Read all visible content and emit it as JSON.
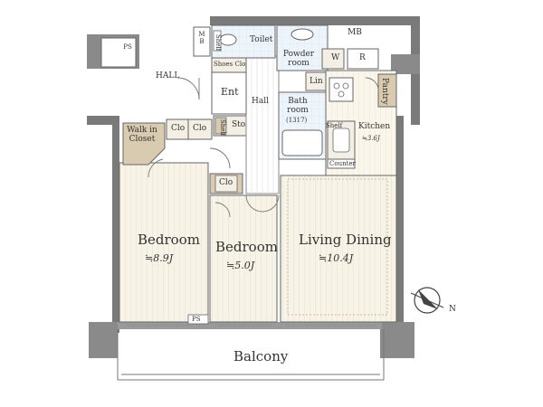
{
  "rooms": {
    "bedroom1": {
      "name": "Bedroom",
      "size": "≒8.9J"
    },
    "bedroom2": {
      "name": "Bedroom",
      "size": "≒5.0J"
    },
    "living": {
      "name": "Living Dining",
      "size": "≒10.4J"
    },
    "kitchen": {
      "name": "Kitchen",
      "size": "≒3.6J"
    },
    "walkin": {
      "name": "Walk in Closet"
    },
    "balcony": {
      "name": "Balcony"
    },
    "hall_outer": {
      "name": "HALL"
    },
    "hall_inner": {
      "name": "Hall"
    },
    "entrance": {
      "name": "Ent"
    },
    "toilet": {
      "name": "Toilet"
    },
    "powder": {
      "name": "Powder room"
    },
    "bath": {
      "name": "Bath room",
      "note": "(1317)"
    },
    "pantry": {
      "name": "Pantry"
    },
    "mb_top": {
      "name": "MB"
    },
    "mb_left": {
      "name": "M B"
    },
    "ps_top": {
      "name": "PS"
    },
    "ps_bottom": {
      "name": "PS"
    },
    "shoes": {
      "name": "Shoes Clo"
    },
    "lin": {
      "name": "Lin"
    },
    "sto": {
      "name": "Sto"
    },
    "shelf1": {
      "name": "Shelf"
    },
    "shelf2": {
      "name": "Shelf"
    },
    "shelf3": {
      "name": "Shelf"
    },
    "clo1": {
      "name": "Clo"
    },
    "clo2": {
      "name": "Clo"
    },
    "clo3": {
      "name": "Clo"
    },
    "w": {
      "name": "W"
    },
    "r": {
      "name": "R"
    },
    "counter": {
      "name": "Counter"
    }
  },
  "compass": {
    "label": "N"
  },
  "colors": {
    "wall": "#7a7a7a",
    "floor_wood": "#f6f2e6",
    "floor_grain": "#e3dcc6",
    "wet_area": "#eaf3fa",
    "closet": "#d8cbb0",
    "stroke": "#555555"
  }
}
